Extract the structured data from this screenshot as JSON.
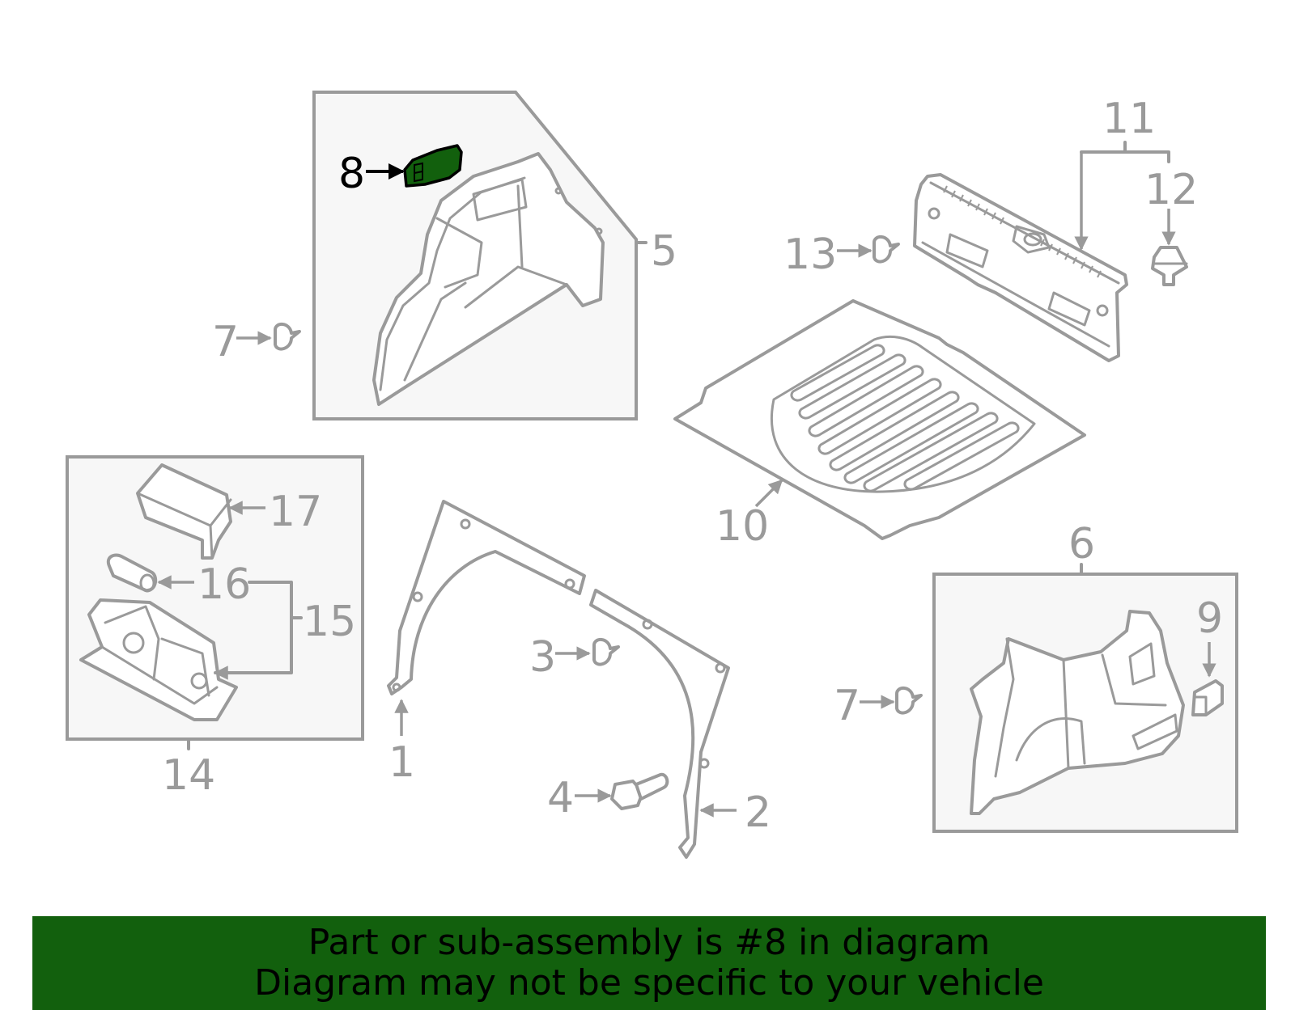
{
  "callouts": {
    "c1": "1",
    "c2": "2",
    "c3": "3",
    "c4": "4",
    "c5": "5",
    "c6": "6",
    "c7a": "7",
    "c7b": "7",
    "c8": "8",
    "c9": "9",
    "c10": "10",
    "c11": "11",
    "c12": "12",
    "c13": "13",
    "c14": "14",
    "c15": "15",
    "c16": "16",
    "c17": "17"
  },
  "highlight": {
    "part_number": "8",
    "color": "#12600d"
  },
  "banner": {
    "line1": "Part or sub-assembly is #8 in diagram",
    "line2": "Diagram may not be specific to your vehicle",
    "background": "#12600d"
  }
}
